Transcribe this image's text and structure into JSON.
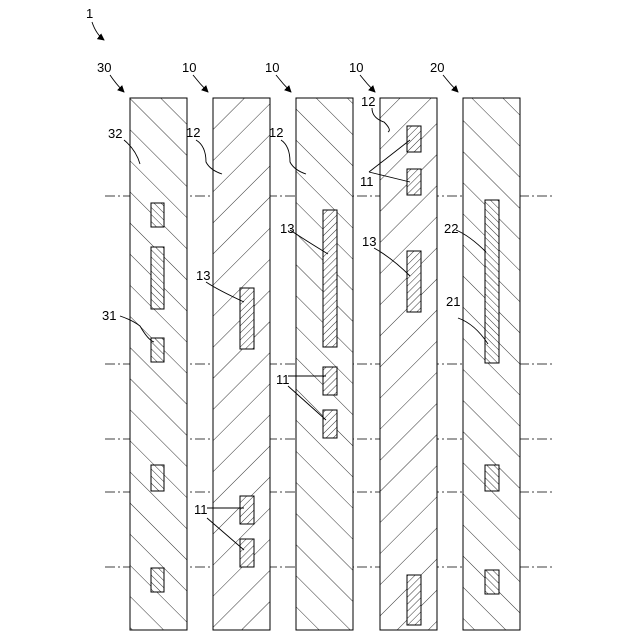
{
  "figure": {
    "labels": {
      "fig_ref": "1",
      "strip_30": "30",
      "strip_10a": "10",
      "strip_10b": "10",
      "strip_10c": "10",
      "strip_20": "20",
      "l32": "32",
      "l12a": "12",
      "l12b": "12",
      "l12c": "12",
      "l13a": "13",
      "l13b": "13",
      "l13c": "13",
      "l11a": "11",
      "l11b": "11",
      "l11c": "11",
      "l31": "31",
      "l22": "22",
      "l21": "21"
    }
  }
}
